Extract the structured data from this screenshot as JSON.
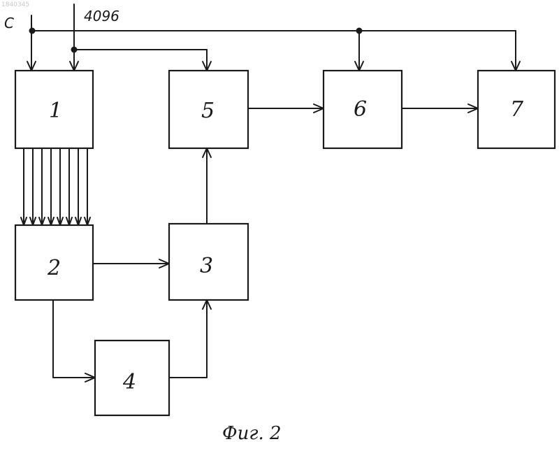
{
  "watermark": "1840345",
  "inputs": {
    "clock_label": "C",
    "word_label": "4096"
  },
  "blocks": {
    "b1": "1",
    "b2": "2",
    "b3": "3",
    "b4": "4",
    "b5": "5",
    "b6": "6",
    "b7": "7"
  },
  "caption": "Фиг. 2"
}
